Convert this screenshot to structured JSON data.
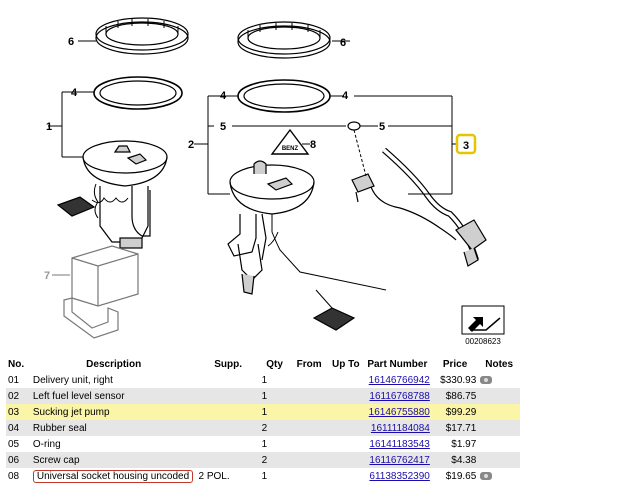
{
  "diagram": {
    "callouts": {
      "c6a": "6",
      "c4a": "4",
      "c1": "1",
      "c7": "7",
      "c6b": "6",
      "c4b": "4",
      "c2": "2",
      "c5a": "5",
      "c5b": "5",
      "c8": "8",
      "c4c": "4",
      "c3": "3"
    },
    "image_id": "00208623",
    "warning_label": "BENZ"
  },
  "table": {
    "headers": {
      "no": "No.",
      "description": "Description",
      "supp": "Supp.",
      "qty": "Qty",
      "from": "From",
      "upto": "Up To",
      "part_number": "Part Number",
      "price": "Price",
      "notes": "Notes"
    },
    "rows": [
      {
        "no": "01",
        "description": "Delivery unit, right",
        "supp": "",
        "qty": "1",
        "from": "",
        "upto": "",
        "part_number": "16146766942",
        "price": "$330.93",
        "notes": "camera"
      },
      {
        "no": "02",
        "description": "Left fuel level sensor",
        "supp": "",
        "qty": "1",
        "from": "",
        "upto": "",
        "part_number": "16116768788",
        "price": "$86.75",
        "notes": ""
      },
      {
        "no": "03",
        "description": "Sucking jet pump",
        "supp": "",
        "qty": "1",
        "from": "",
        "upto": "",
        "part_number": "16146755880",
        "price": "$99.29",
        "notes": ""
      },
      {
        "no": "04",
        "description": "Rubber seal",
        "supp": "",
        "qty": "2",
        "from": "",
        "upto": "",
        "part_number": "16111184084",
        "price": "$17.71",
        "notes": ""
      },
      {
        "no": "05",
        "description": "O-ring",
        "supp": "",
        "qty": "1",
        "from": "",
        "upto": "",
        "part_number": "16141183543",
        "price": "$1.97",
        "notes": ""
      },
      {
        "no": "06",
        "description": "Screw cap",
        "supp": "",
        "qty": "2",
        "from": "",
        "upto": "",
        "part_number": "16116762417",
        "price": "$4.38",
        "notes": ""
      },
      {
        "no": "08",
        "description": "Universal socket housing uncoded",
        "supp": "2 POL.",
        "qty": "1",
        "from": "",
        "upto": "",
        "part_number": "61138352390",
        "price": "$19.65",
        "notes": "camera"
      }
    ]
  }
}
